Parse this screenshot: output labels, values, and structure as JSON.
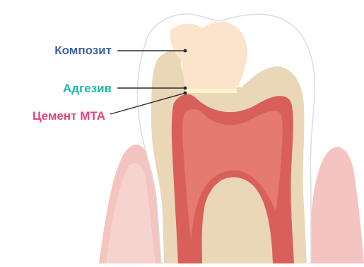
{
  "labels": {
    "composite": "Композит",
    "adhesive": "Адгезив",
    "mta_cement": "Цемент МТА"
  },
  "colors": {
    "composite_label": "#3e64a6",
    "adhesive_label": "#1fb6a8",
    "mta_label": "#e2457a",
    "leader_line": "#2b2b2b",
    "gum": "#f4c4c0",
    "gum_shadow": "#eaa9a6",
    "enamel": "#ffffff",
    "enamel_outline": "#dcdcdc",
    "dentin": "#ead7b8",
    "dentin_light": "#f2e6cf",
    "pulp": "#d9605a",
    "pulp_light": "#e47a70",
    "composite_fill": "#fce3cc",
    "adhesive_fill": "#fff6c8"
  },
  "icons": {
    "tooth": "tooth-cross-section-illustration"
  }
}
